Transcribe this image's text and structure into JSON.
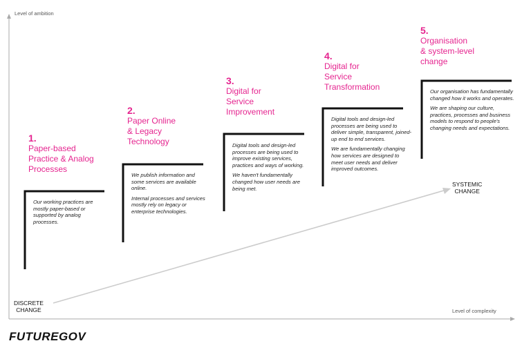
{
  "axes": {
    "y_label": "Level of ambition",
    "x_label": "Level of complexity"
  },
  "trend": {
    "start_label": [
      "DISCRETE",
      "CHANGE"
    ],
    "end_label": [
      "SYSTEMIC",
      "CHANGE"
    ]
  },
  "stages": [
    {
      "number": "1.",
      "title": [
        "Paper-based",
        "Practice & Analog",
        "Processes"
      ],
      "description": [
        "Our working practices are mostly paper-based or supported by analog processes."
      ]
    },
    {
      "number": "2.",
      "title": [
        "Paper Online",
        "& Legacy",
        "Technology"
      ],
      "description": [
        "We publish information and some services are available online.",
        "Internal processes and services mostly rely on legacy or enterprise technologies."
      ]
    },
    {
      "number": "3.",
      "title": [
        "Digital for",
        "Service",
        "Improvement"
      ],
      "description": [
        "Digital tools and design-led processes are being used to improve existing services, practices and ways of working.",
        "We haven't fundamentally changed how user needs are being met."
      ]
    },
    {
      "number": "4.",
      "title": [
        "Digital for",
        "Service",
        "Transformation"
      ],
      "description": [
        "Digital tools and design-led processes are being used to deliver simple, transparent, joined-up end to end services.",
        "We are fundamentally changing how services are designed to meet user needs and deliver improved outcomes."
      ]
    },
    {
      "number": "5.",
      "title": [
        "Organisation",
        "& system-level",
        "change"
      ],
      "description": [
        "Our organisation has fundamentally changed how it works and operates.",
        "We are shaping our culture, practices, processes and business models to respond to people's changing needs and expectations."
      ]
    }
  ],
  "brand": "FUTUREGOV",
  "colors": {
    "accent": "#e5248f",
    "step": "#111111",
    "axis": "#aaaaaa",
    "trend": "#cccccc"
  }
}
